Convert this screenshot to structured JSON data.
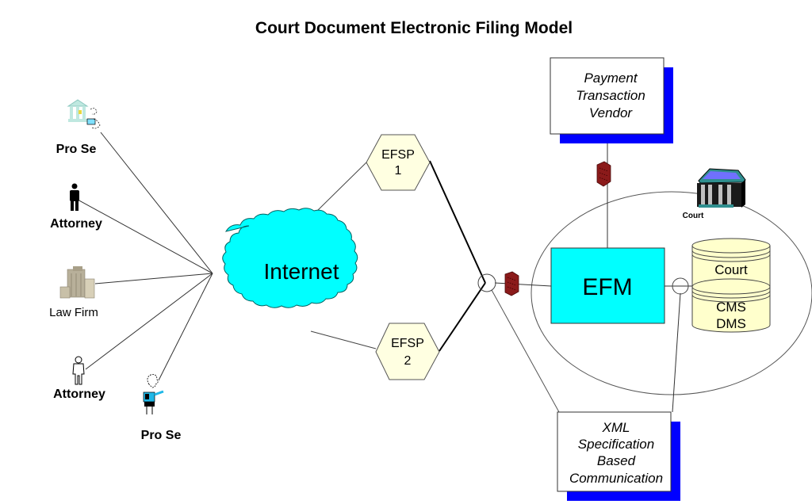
{
  "title": "Court Document Electronic Filing Model",
  "actors": {
    "pro_se_1": "Pro Se",
    "attorney_1": "Attorney",
    "law_firm": "Law Firm",
    "attorney_2": "Attorney",
    "pro_se_2": "Pro Se"
  },
  "internet": "Internet",
  "efsp1": {
    "line1": "EFSP",
    "line2": "1"
  },
  "efsp2": {
    "line1": "EFSP",
    "line2": "2"
  },
  "efm": "EFM",
  "court_icon_label": "Court",
  "database": {
    "line1": "Court",
    "line2": "CMS",
    "line3": "DMS"
  },
  "payment": {
    "line1": "Payment",
    "line2": "Transaction",
    "line3": "Vendor"
  },
  "xml": {
    "line1": "XML",
    "line2": "Specification",
    "line3": "Based",
    "line4": "Communication"
  },
  "colors": {
    "cloud": "#00ffff",
    "efm": "#00ffff",
    "hexagon": "#ffffe1",
    "database": "#ffffcc",
    "shadow": "#0000ff",
    "firewall": "#8b1a1a"
  }
}
